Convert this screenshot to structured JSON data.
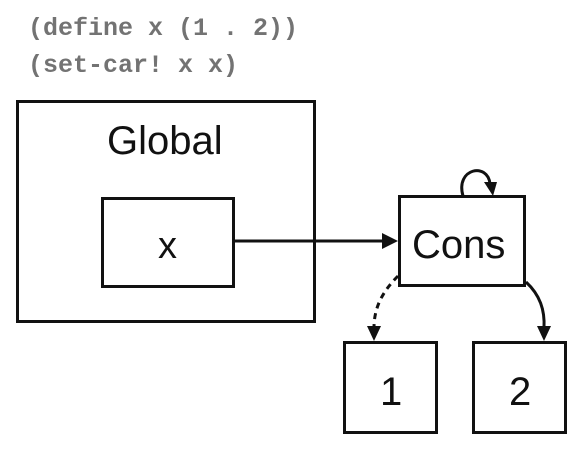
{
  "code": {
    "line1": "(define x (1 . 2))",
    "line2": "(set-car! x x)"
  },
  "frame": {
    "title": "Global",
    "variable": "x"
  },
  "cons_cell": {
    "label": "Cons"
  },
  "values": {
    "car": "1",
    "cdr": "2"
  }
}
